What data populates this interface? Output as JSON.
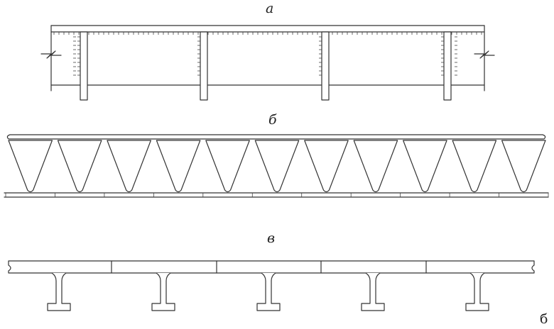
{
  "labels": {
    "a": "а",
    "b": "б",
    "v": "в",
    "corner": "б"
  },
  "colors": {
    "line": "#333333",
    "background": "#ffffff"
  }
}
